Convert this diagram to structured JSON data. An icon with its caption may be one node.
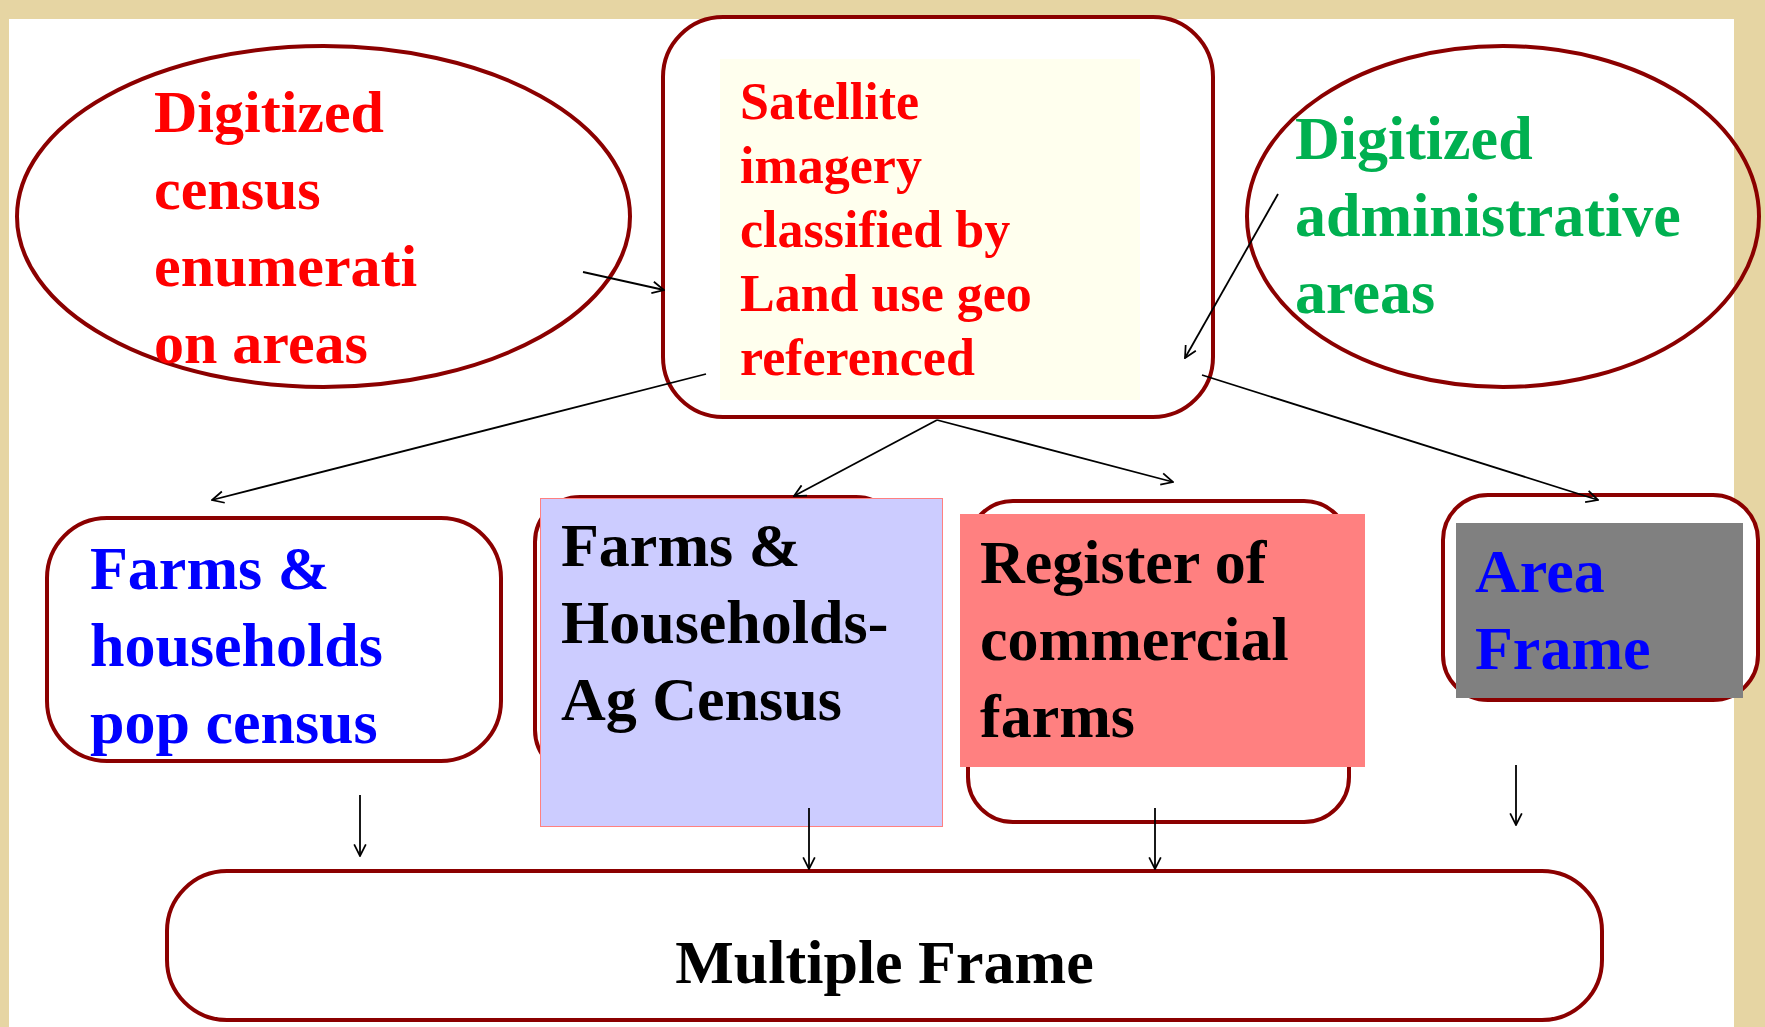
{
  "diagram": {
    "nodes": [
      {
        "text": [
          "Digitized census enumerati on areas"
        ]
      },
      {
        "text": [
          "Satellite imagery classified by Land use geo referenced"
        ]
      },
      {
        "text": [
          "Digitized administrative areas"
        ]
      },
      {
        "text": [
          "Farms & households pop census"
        ]
      },
      {
        "text": [
          "Farms & Households- Ag Census"
        ]
      },
      {
        "text": [
          "Register of commercial farms"
        ]
      },
      {
        "text": [
          "Area Frame"
        ]
      },
      {
        "text": [
          "Multiple Frame"
        ]
      }
    ],
    "edges": [
      {
        "from": 0,
        "to": 1,
        "arrow": "to"
      },
      {
        "from": 2,
        "to": 1,
        "arrow": "to"
      },
      {
        "from": 1,
        "to": 3,
        "arrow": "to"
      },
      {
        "from": 1,
        "to": 4,
        "arrow": "to"
      },
      {
        "from": 1,
        "to": 5,
        "arrow": "to"
      },
      {
        "from": 1,
        "to": 6,
        "arrow": "to"
      },
      {
        "from": 3,
        "to": 7,
        "arrow": "to"
      },
      {
        "from": 4,
        "to": 7,
        "arrow": "to"
      },
      {
        "from": 5,
        "to": 7,
        "arrow": "to"
      },
      {
        "from": 6,
        "to": 7,
        "arrow": "to"
      }
    ]
  }
}
